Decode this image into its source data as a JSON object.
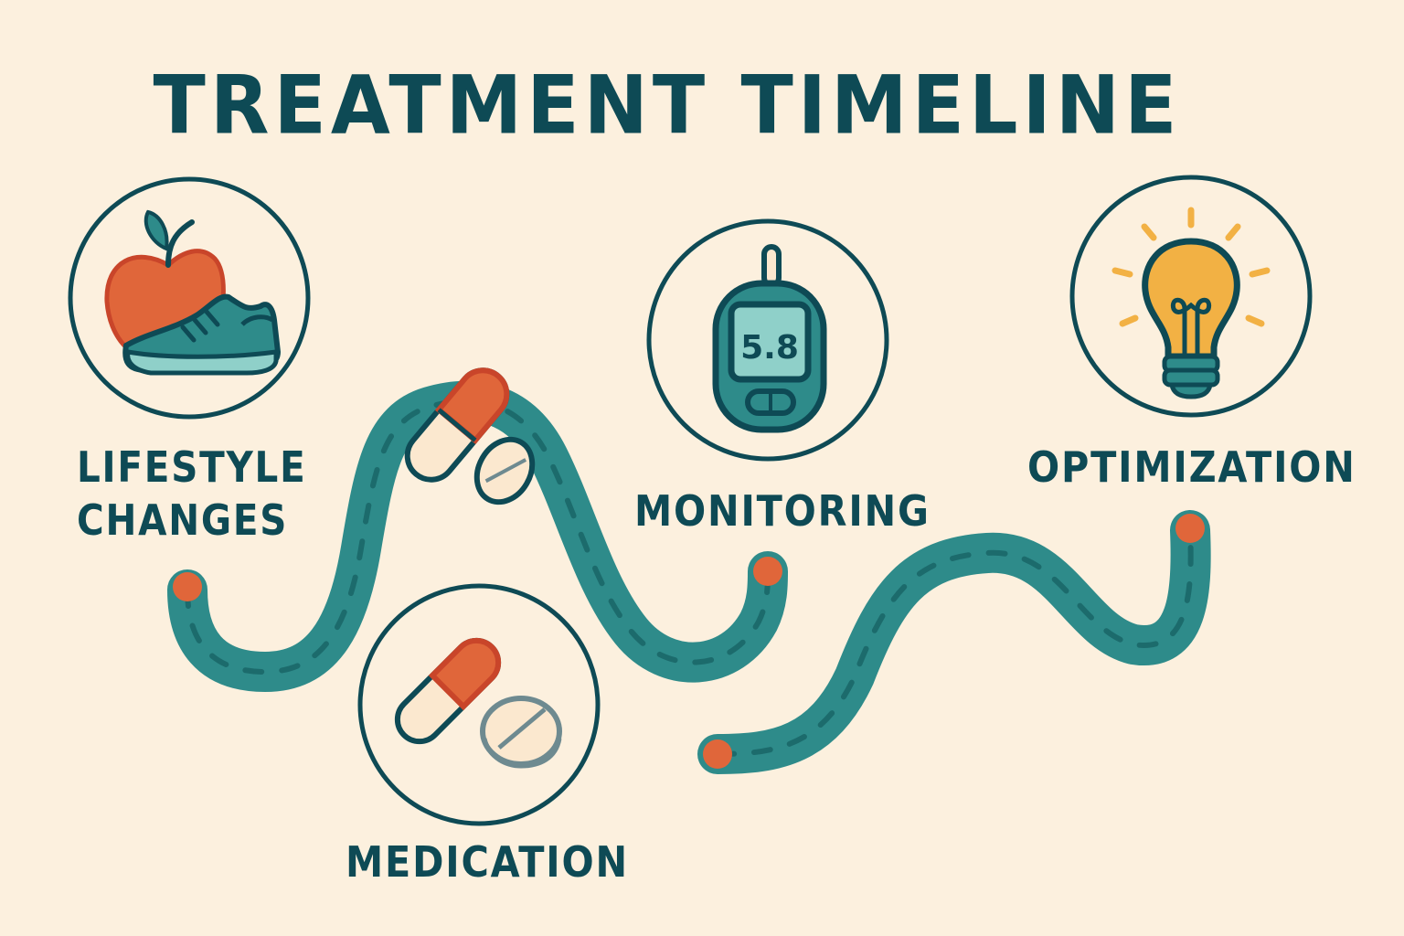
{
  "title": "TREATMENT TIMELINE",
  "colors": {
    "background": "#fcf0de",
    "dark_teal": "#0e4a55",
    "path_teal": "#2e8b8a",
    "path_dash": "#1c6b6c",
    "orange": "#e0663a",
    "orange_stroke": "#c9452a",
    "yellow": "#f2b144",
    "light_teal": "#8fd0c9",
    "gray": "#6e8a90"
  },
  "stages": [
    {
      "id": "lifestyle",
      "label_lines": [
        "LIFESTYLE",
        "CHANGES"
      ],
      "icon": "apple-and-sneaker-icon"
    },
    {
      "id": "medication",
      "label": "MEDICATION",
      "icon": "capsule-and-tablet-icon"
    },
    {
      "id": "monitoring",
      "label": "MONITORING",
      "icon": "glucose-meter-icon",
      "meter_reading": "5.8"
    },
    {
      "id": "optimization",
      "label": "OPTIMIZATION",
      "icon": "lightbulb-icon"
    }
  ]
}
